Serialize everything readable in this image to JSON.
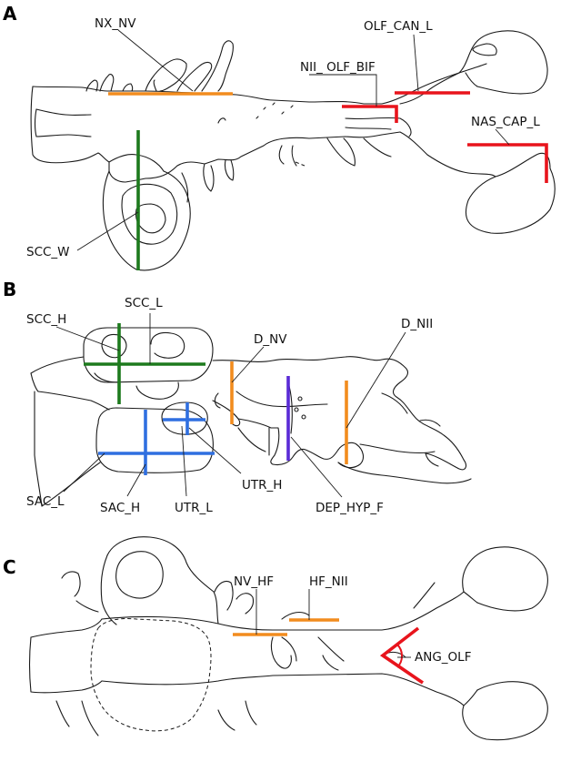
{
  "panels": {
    "a": "A",
    "b": "B",
    "c": "C"
  },
  "labels": {
    "nx_nv": "NX_NV",
    "olf_can_l": "OLF_CAN_L",
    "nii_olf_bif": "NII_ OLF_BIF",
    "nas_cap_l": "NAS_CAP_L",
    "scc_w": "SCC_W",
    "scc_l": "SCC_L",
    "scc_h": "SCC_H",
    "d_nv": "D_NV",
    "d_nii": "D_NII",
    "utr_h": "UTR_H",
    "sac_l": "SAC_L",
    "sac_h": "SAC_H",
    "utr_l": "UTR_L",
    "dep_hyp_f": "DEP_HYP_F",
    "nv_hf": "NV_HF",
    "hf_nii": "HF_NII",
    "ang_olf": "ANG_OLF"
  },
  "colors": {
    "orange": "#f28c1e",
    "red": "#e8141c",
    "green": "#1d7a1d",
    "blue": "#2f6fe0",
    "purple": "#5a2bd6"
  }
}
